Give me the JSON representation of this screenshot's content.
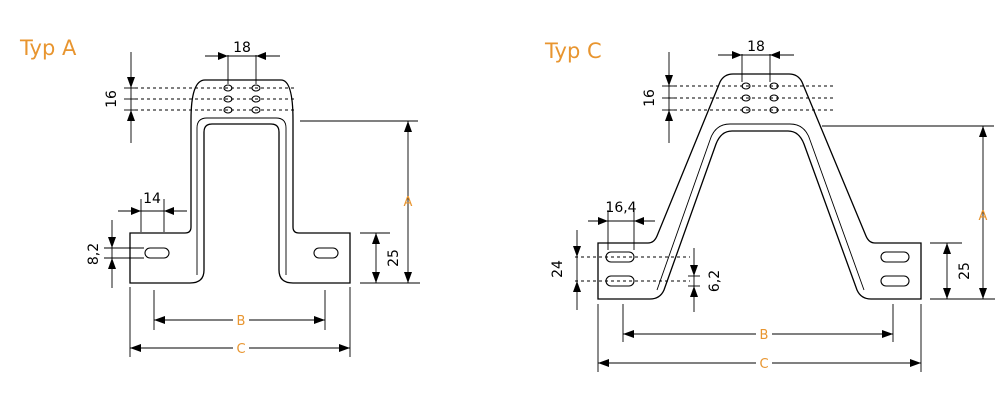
{
  "figures": {
    "a": {
      "title": "Typ A",
      "dims": {
        "top_width": "18",
        "top_height": "16",
        "slot_pitch": "14",
        "slot_height": "8,2",
        "base_height": "25"
      },
      "vars": {
        "a": "A",
        "b": "B",
        "c": "C"
      }
    },
    "c": {
      "title": "Typ C",
      "dims": {
        "top_width": "18",
        "top_height": "16",
        "slot_pitch": "16,4",
        "slot_span": "24",
        "slot_height": "6,2",
        "base_height": "25"
      },
      "vars": {
        "a": "A",
        "b": "B",
        "c": "C"
      }
    }
  },
  "colors": {
    "accent": "#e8952f",
    "line": "#000000"
  }
}
